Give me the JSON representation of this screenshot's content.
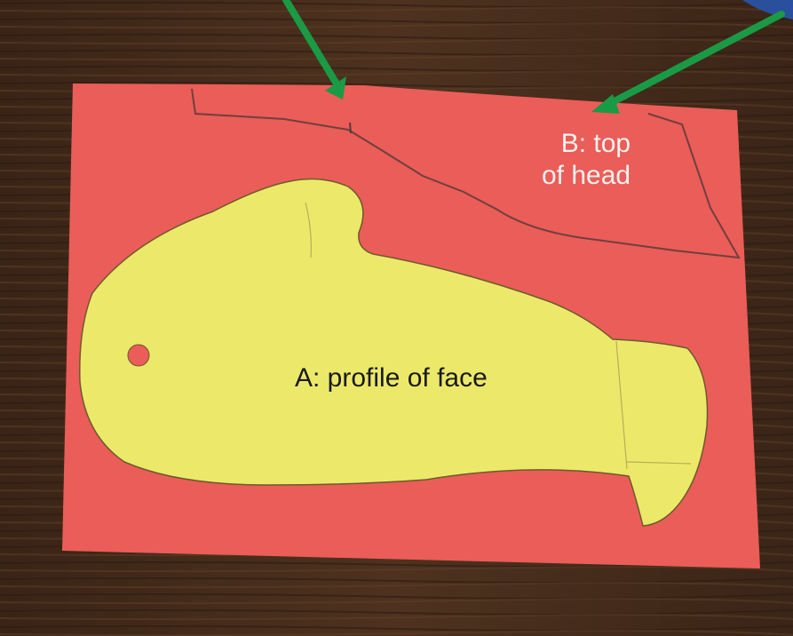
{
  "annotations": {
    "label_a": "A: profile of face",
    "label_b_line1": "B: top",
    "label_b_line2": "of head"
  },
  "colors": {
    "table_wood": "#4a2f1e",
    "red_paper": "#ea5d58",
    "yellow_cutout": "#ece96a",
    "arrow_green": "#1a9a45",
    "label_a_text": "#1a1a1a",
    "label_b_text": "#f7f1ee"
  }
}
